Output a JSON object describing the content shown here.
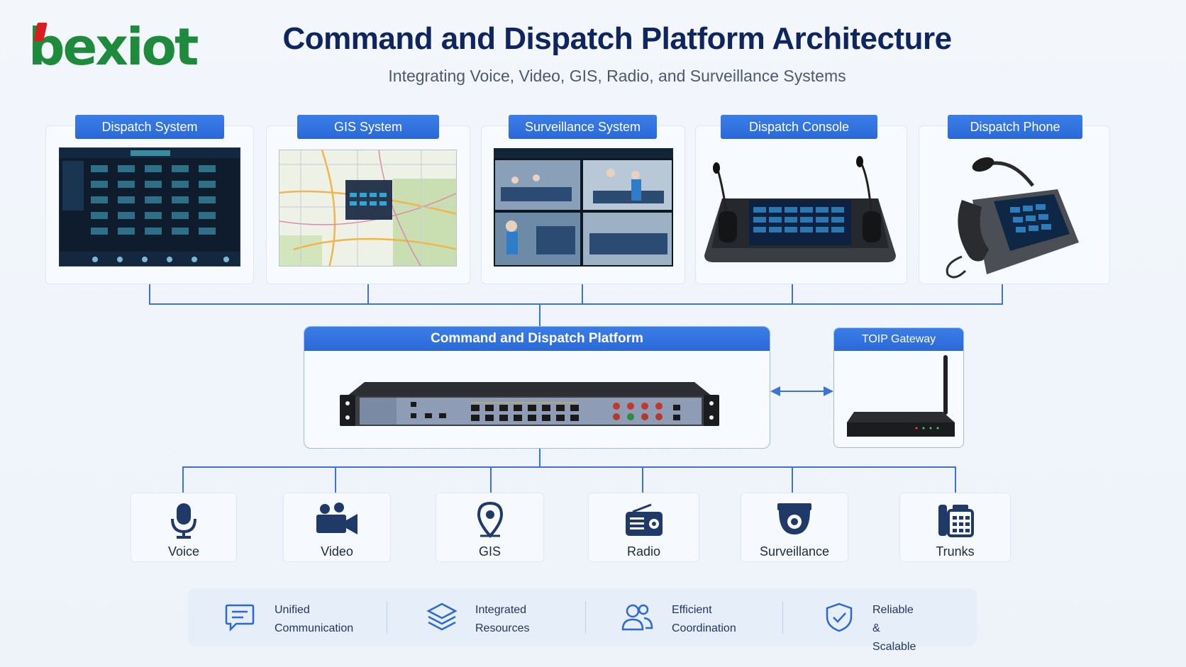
{
  "logo": {
    "text": "bexiot",
    "colors": {
      "green": "#1d8a3c",
      "red": "#d81e1e"
    }
  },
  "header": {
    "title": "Command and Dispatch Platform Architecture",
    "subtitle": "Integrating Voice, Video, GIS, Radio, and Surveillance Systems"
  },
  "top_systems": [
    {
      "label": "Dispatch System",
      "icon": "dispatch-software-screen"
    },
    {
      "label": "GIS System",
      "icon": "map-screen"
    },
    {
      "label": "Surveillance System",
      "icon": "cctv-video-wall"
    },
    {
      "label": "Dispatch Console",
      "icon": "dispatch-console-device"
    },
    {
      "label": "Dispatch Phone",
      "icon": "desk-phone-device"
    }
  ],
  "platform": {
    "label": "Command and Dispatch Platform",
    "icon": "rack-server"
  },
  "gateway": {
    "label": "TOIP Gateway",
    "icon": "gateway-router"
  },
  "modules": [
    {
      "label": "Voice",
      "icon": "microphone-icon"
    },
    {
      "label": "Video",
      "icon": "video-camera-icon"
    },
    {
      "label": "GIS",
      "icon": "map-pin-icon"
    },
    {
      "label": "Radio",
      "icon": "radio-icon"
    },
    {
      "label": "Surveillance",
      "icon": "dome-camera-icon"
    },
    {
      "label": "Trunks",
      "icon": "office-phone-icon"
    }
  ],
  "features": [
    {
      "line1": "Unified",
      "line2": "Communication",
      "icon": "chat-bubble-icon"
    },
    {
      "line1": "Integrated",
      "line2": "Resources",
      "icon": "layers-icon"
    },
    {
      "line1": "Efficient",
      "line2": "Coordination",
      "icon": "users-icon"
    },
    {
      "line1": "Reliable &",
      "line2": "Scalable",
      "icon": "shield-check-icon"
    }
  ],
  "colors": {
    "accent": "#2a69d8",
    "title": "#0f2560",
    "line": "#3b74d6"
  }
}
